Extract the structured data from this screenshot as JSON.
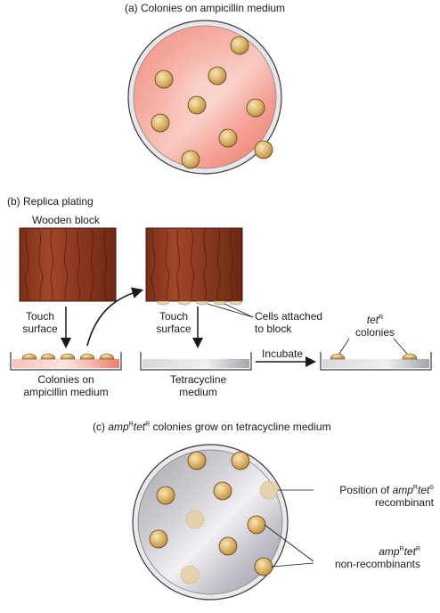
{
  "panel_a": {
    "title": "(a) Colonies on ampicillin medium"
  },
  "panel_b": {
    "title": "(b) Replica plating",
    "wooden_block": "Wooden block",
    "touch_surface_1": [
      "Touch",
      "surface"
    ],
    "touch_surface_2": [
      "Touch",
      "surface"
    ],
    "colonies_on_amp": [
      "Colonies on",
      "ampicillin medium"
    ],
    "tetracycline_medium": [
      "Tetracycline",
      "medium"
    ],
    "cells_attached": [
      "Cells attached",
      "to block"
    ],
    "incubate": "Incubate",
    "tet_gene": "tet",
    "tet_sup": "R",
    "tet_colonies_word": "colonies"
  },
  "panel_c": {
    "title_prefix": "(c) ",
    "amp": "amp",
    "amp_sup": "R",
    "tet": "tet",
    "tet_sup": "R",
    "title_suffix": " colonies grow on tetracycline medium",
    "position_of": "Position of ",
    "recombinant_amp": "amp",
    "recombinant_amp_sup": "R",
    "recombinant_tet": "tet",
    "recombinant_tet_sup": "S",
    "recombinant_word": "recombinant",
    "nonrec_amp": "amp",
    "nonrec_amp_sup": "R",
    "nonrec_tet": "tet",
    "nonrec_tet_sup": "R",
    "nonrec_word": "non-recombinants"
  },
  "colors": {
    "amp_medium": "#f08a80",
    "tet_medium": "#c9c6cc",
    "wood": "#8b3a1f",
    "colony": "#d9b065",
    "colony_outline": "#5a4520",
    "missing_colony": "#e7d1a4"
  }
}
